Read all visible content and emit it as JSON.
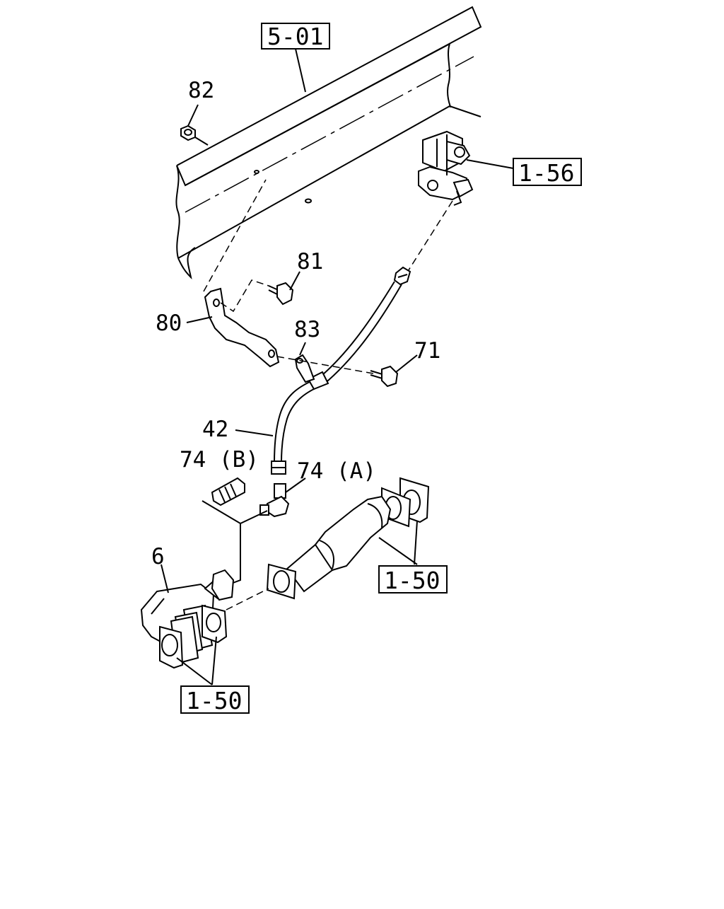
{
  "diagram": {
    "ref_boxes": {
      "frame": "5-01",
      "valve": "1-56",
      "pipe_right": "1-50",
      "pipe_left": "1-50"
    },
    "part_numbers": {
      "nut": "82",
      "bolt_upper": "81",
      "bracket": "80",
      "clip": "83",
      "bolt_right": "71",
      "hose": "42",
      "connector_b": "74 (B)",
      "connector_a": "74 (A)",
      "exhaust_brake": "6"
    }
  }
}
